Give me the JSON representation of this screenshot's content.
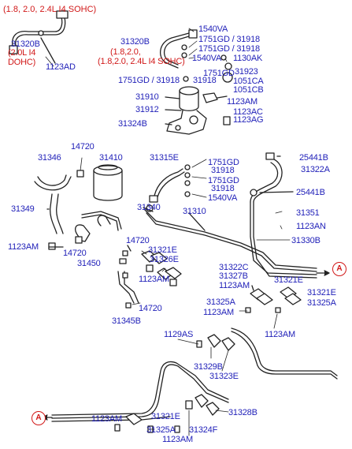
{
  "header_note": "(1.8, 2.0, 2.4L I4 SOHC)",
  "variant_notes": {
    "engine_20": "(2.0L I4 DOHC)",
    "engine_18_24": "(1.8,2.0, 2.4L I4 SOHC)"
  },
  "ref_marker": "A",
  "colors": {
    "label": "#1f1fb8",
    "note": "#d11818",
    "line": "#222222"
  },
  "labels": {
    "l31320B_left": "31320B",
    "l1123AD": "1123AD",
    "l1540VA_a": "1540VA",
    "l31320B_top": "31320B",
    "l1751GD_31918_a": "1751GD / 31918",
    "l1751GD_31918_b": "1751GD / 31918",
    "l1540VA_b": "1540VA",
    "l1130AK": "1130AK",
    "l1751GD_c": "1751GD",
    "l31923": "31923",
    "l1751GD_31918_c": "1751GD / 31918",
    "l31918_c": "31918",
    "l1051CA": "1051CA",
    "l1051CB": "1051CB",
    "l31910": "31910",
    "l1123AM_a": "1123AM",
    "l31912": "31912",
    "l1123AC": "1123AC",
    "l1123AG": "1123AG",
    "l31324B": "31324B",
    "l31346": "31346",
    "l14720_a": "14720",
    "l31410": "31410",
    "l31315E": "31315E",
    "l25441B_a": "25441B",
    "l31322A": "31322A",
    "l1751GD_d": "1751GD",
    "l31918_d": "31918",
    "l1751GD_e": "1751GD",
    "l31918_e": "31918",
    "l1540VA_c": "1540VA",
    "l25441B_b": "25441B",
    "l31349": "31349",
    "l31340": "31340",
    "l31310": "31310",
    "l31351": "31351",
    "l1123AN": "1123AN",
    "l31330B": "31330B",
    "l1123AM_b": "1123AM",
    "l14720_b": "14720",
    "l14720_c": "14720",
    "l31321E_a": "31321E",
    "l31326E": "31326E",
    "l31450": "31450",
    "l1123AM_c": "1123AM",
    "l31322C": "31322C",
    "l31327B": "31327B",
    "l1123AM_d": "1123AM",
    "l31321E_b": "31321E",
    "l31321E_c": "31321E",
    "l31325A_a": "31325A",
    "l31325A_b": "31325A",
    "l14720_d": "14720",
    "l31345B": "31345B",
    "l1123AM_e": "1123AM",
    "l1123AM_f": "1123AM",
    "l1129AS": "1129AS",
    "l31329B": "31329B",
    "l31323E": "31323E",
    "l1123AM_g": "1123AM",
    "l31321E_d": "31321E",
    "l31328B": "31328B",
    "l31325A_c": "31325A",
    "l31324F": "31324F",
    "l1123AM_h": "1123AM"
  }
}
